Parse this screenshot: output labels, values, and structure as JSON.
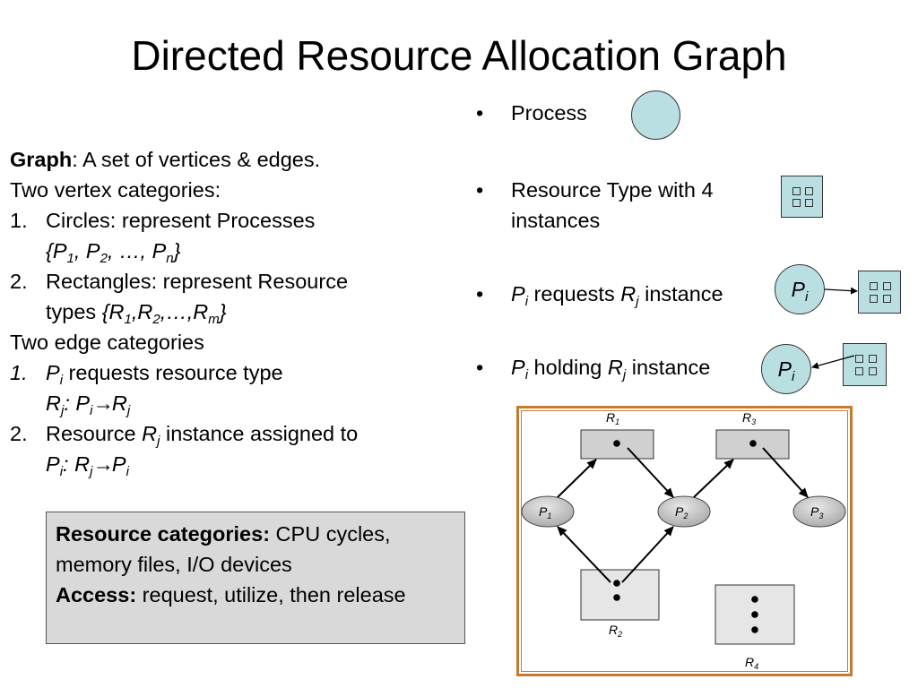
{
  "title": "Directed Resource Allocation Graph",
  "left": {
    "graph_bold": "Graph",
    "graph_rest": ": A set of vertices & edges.",
    "vertex_heading": "Two vertex categories:",
    "v1_num": "1.",
    "v1_text": "Circles: represent Processes",
    "v1_set": "{P1, P2, …, Pn}",
    "v2_num": "2.",
    "v2_text": "Rectangles: represent Resource",
    "v2_types": "types {R1,R2,…,Rm}",
    "edge_heading": "Two edge categories",
    "e1_num": "1.",
    "e1_text": "Pi requests resource type",
    "e1_rel": "Rj: Pi→Rj",
    "e2_num": "2.",
    "e2_text": "Resource Rj instance assigned to",
    "e2_rel": "Pi: Rj→Pi"
  },
  "box": {
    "rc_label": "Resource categories:",
    "rc_text": " CPU cycles, memory files, I/O devices",
    "access_label": "Access:",
    "access_text": " request, utilize, then release"
  },
  "legend": {
    "bullet": "•",
    "process": "Process",
    "resource_line1": "Resource Type with 4",
    "resource_line2": "instances",
    "request_text": "Pi requests Rj instance",
    "holding_text": "Pi holding Rj instance",
    "pi_label": "Pi"
  },
  "diagram": {
    "resources": [
      "R1",
      "R2",
      "R3",
      "R4"
    ],
    "processes": [
      "P1",
      "P2",
      "P3"
    ]
  },
  "colors": {
    "node_fill": "#b9dfe3",
    "frame": "#c77a2e",
    "box_fill": "#d9d9d9"
  }
}
